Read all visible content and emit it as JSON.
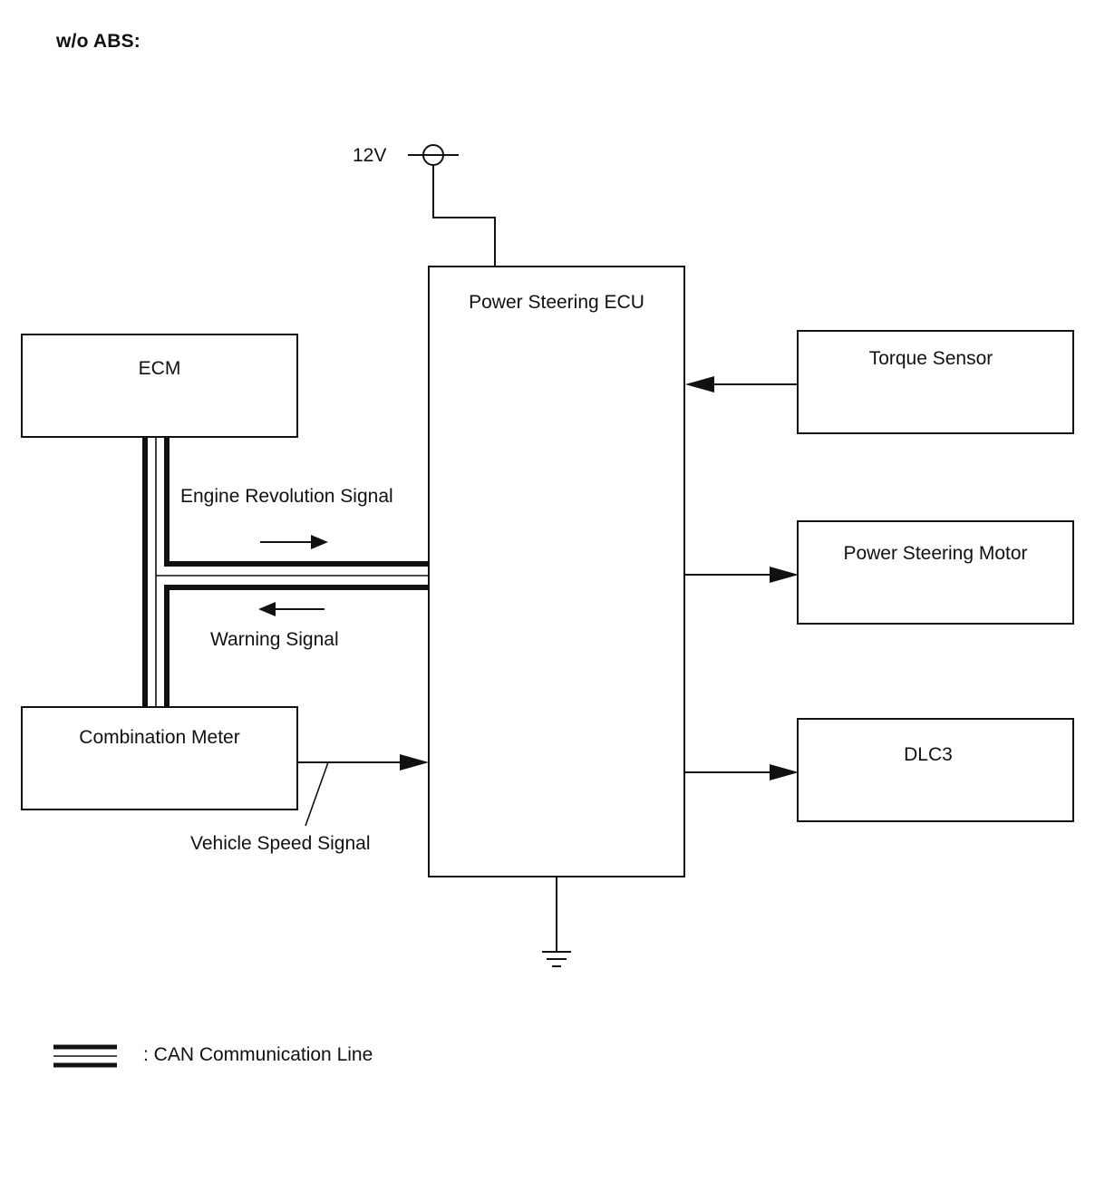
{
  "heading": "w/o ABS:",
  "power": {
    "label": "12V"
  },
  "components": {
    "ecu": "Power Steering ECU",
    "ecm": "ECM",
    "combination_meter": "Combination Meter",
    "torque_sensor": "Torque Sensor",
    "power_steering_motor": "Power Steering Motor",
    "dlc3": "DLC3"
  },
  "signals": {
    "engine_revolution": "Engine Revolution Signal",
    "warning": "Warning Signal",
    "vehicle_speed": "Vehicle Speed Signal"
  },
  "legend": {
    "can_line": ": CAN Communication Line"
  }
}
